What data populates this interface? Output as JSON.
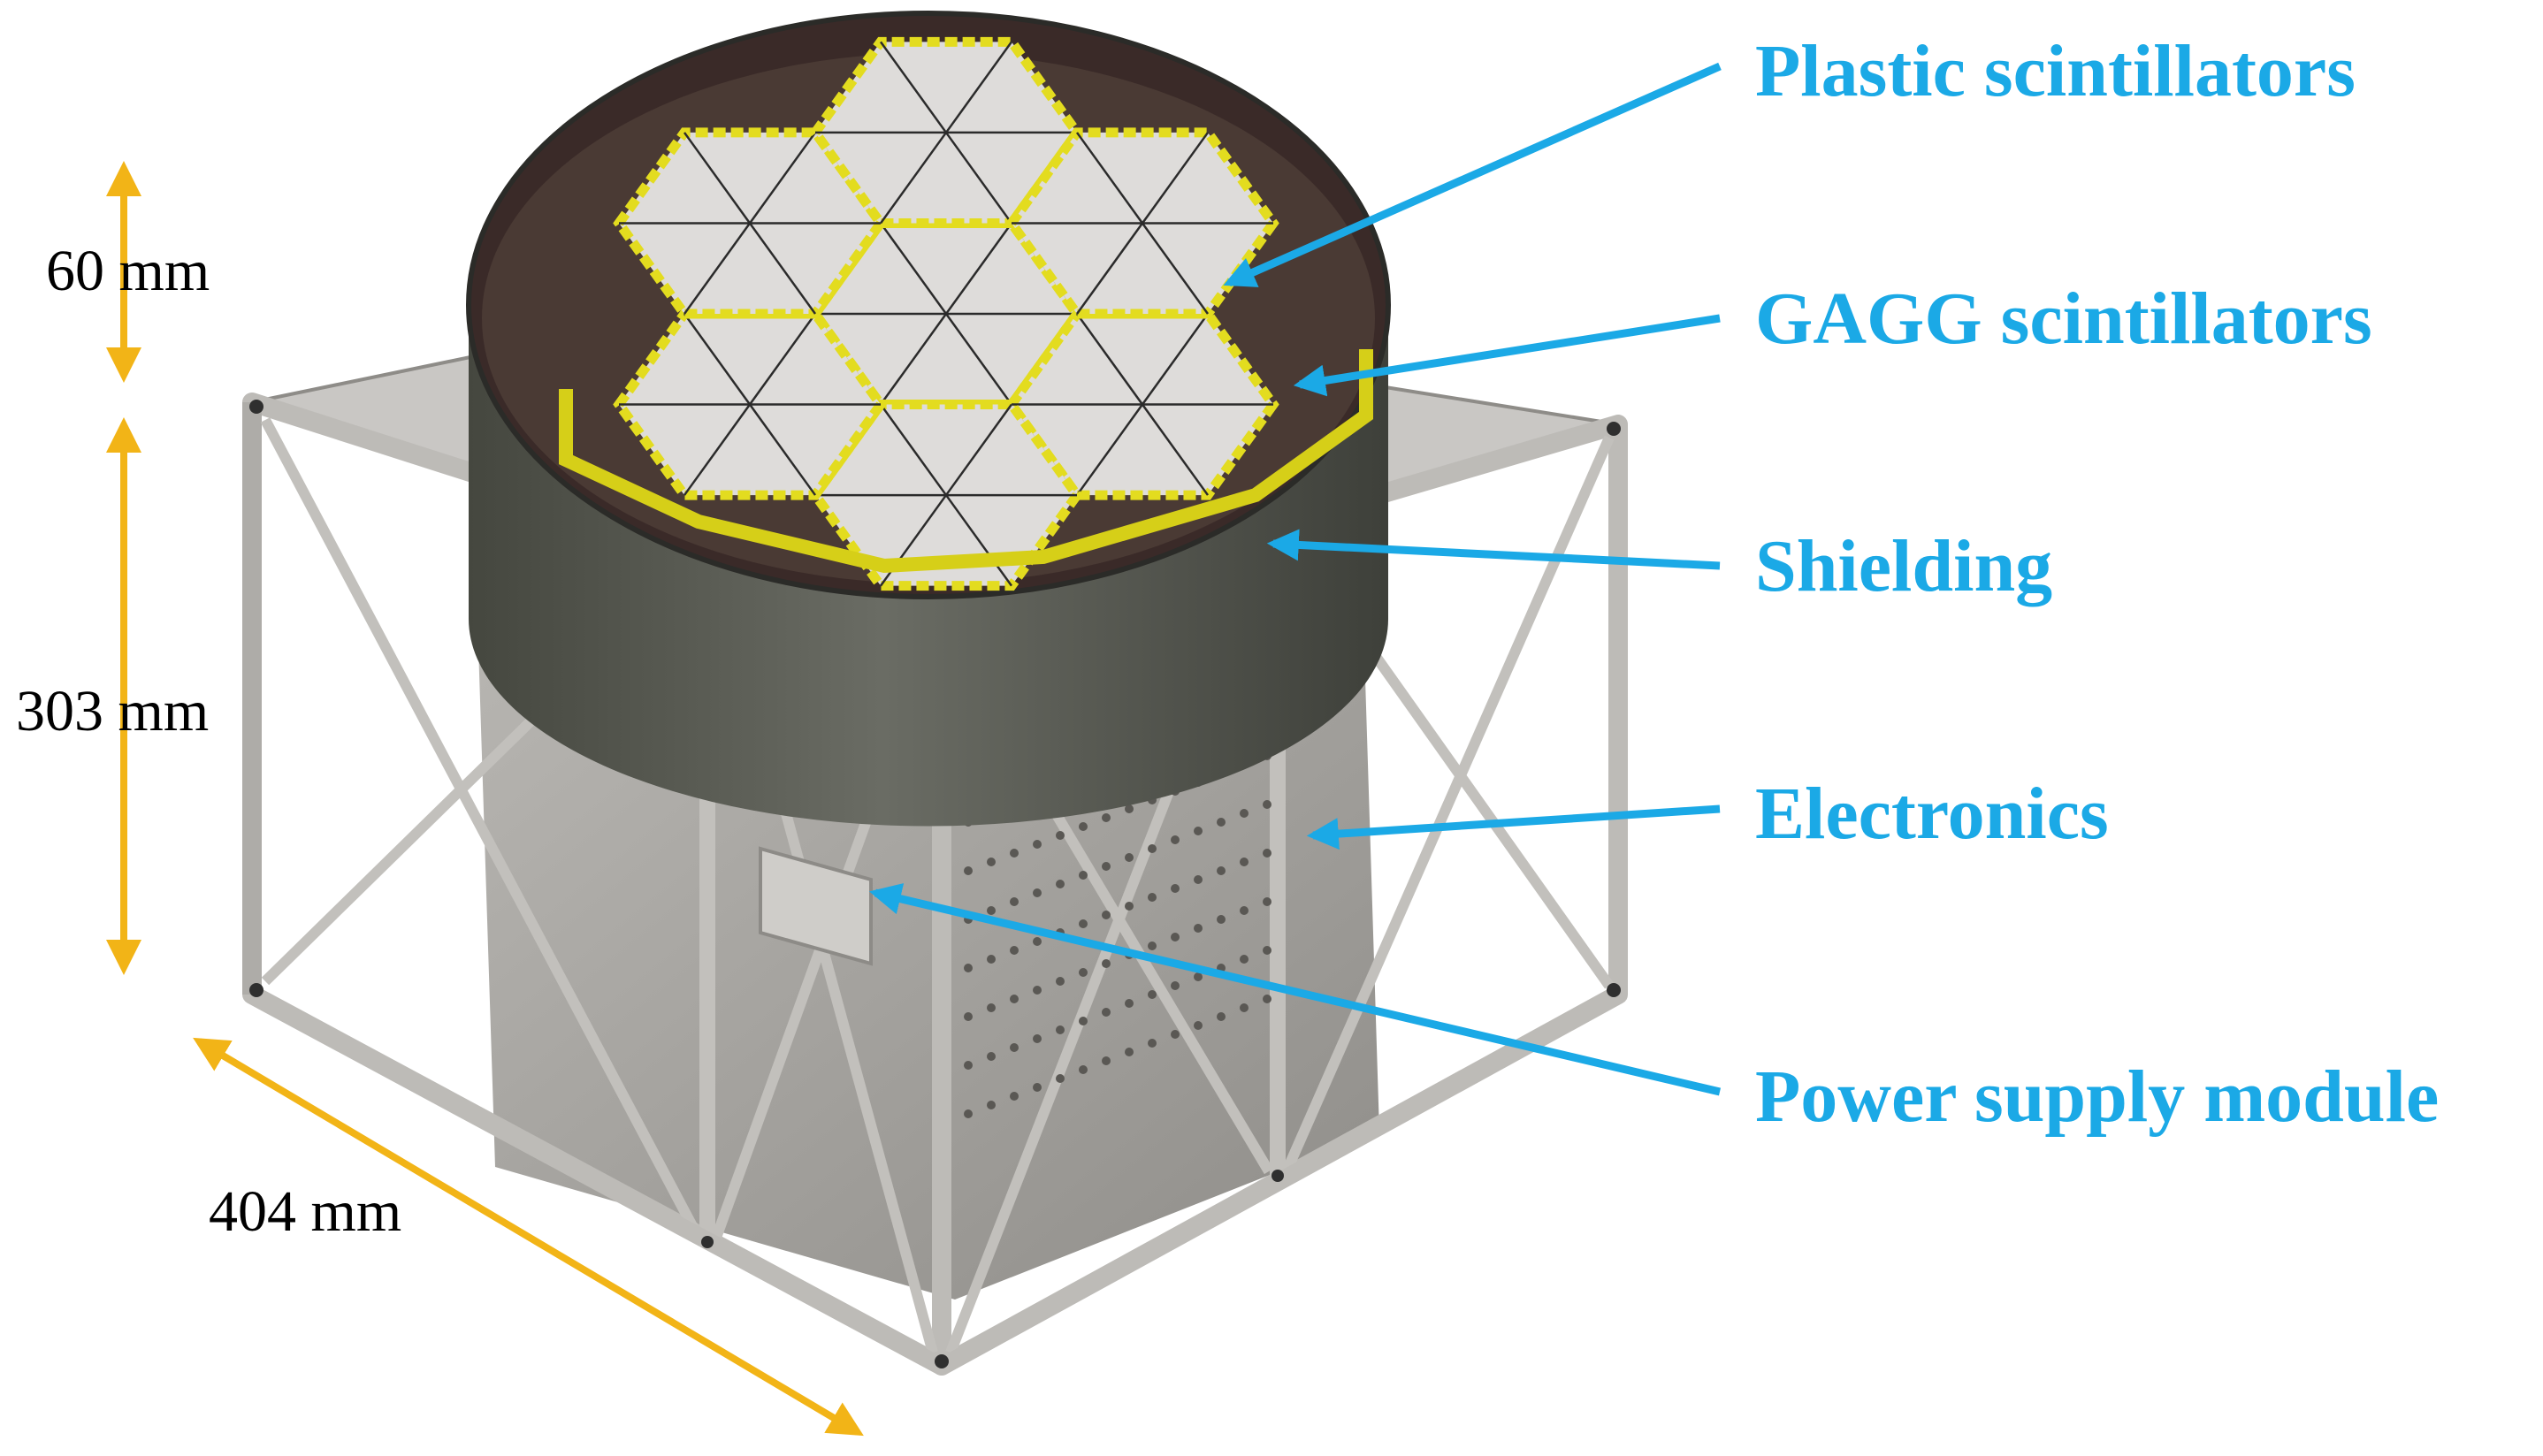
{
  "dimensions": {
    "height_top": "60 mm",
    "height_body": "303 mm",
    "width": "404 mm"
  },
  "callouts": {
    "plastic": "Plastic scintillators",
    "gagg": "GAGG scintillators",
    "shielding": "Shielding",
    "electronics": "Electronics",
    "power": "Power supply module"
  },
  "colors": {
    "callout": "#1ba9e6",
    "dimension_arrow": "#f2b417",
    "frame": "#c4c2bf",
    "shield": "#5c5e58",
    "gagg": "#e3dc1f",
    "plastic": "#dedcda"
  }
}
